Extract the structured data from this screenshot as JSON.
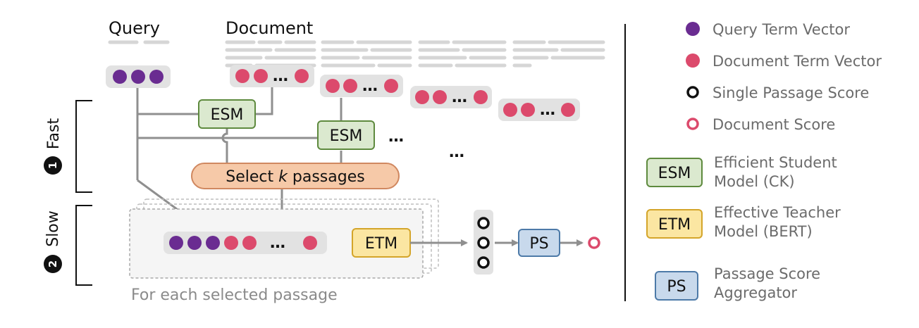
{
  "labels": {
    "query": "Query",
    "document": "Document",
    "fast_number": "1",
    "fast": "Fast",
    "slow_number": "2",
    "slow": "Slow",
    "ellipsis": "…",
    "select_k_pre": "Select ",
    "select_k_var": "k",
    "select_k_post": " passages",
    "esm": "ESM",
    "etm": "ETM",
    "ps": "PS",
    "for_each": "For each selected passage"
  },
  "legend": {
    "query_term": "Query Term Vector",
    "document_term": "Document Term Vector",
    "single_passage": "Single Passage Score",
    "document_score": "Document Score",
    "esm_line1": "Efficient Student",
    "esm_line2": "Model (CK)",
    "etm_line1": "Effective Teacher",
    "etm_line2": "Model (BERT)",
    "ps_line1": "Passage Score",
    "ps_line2": "Aggregator"
  },
  "colors": {
    "query_dot": "#6a2c91",
    "doc_dot": "#dc4a6c",
    "esm_fill": "#dbe9cf",
    "esm_stroke": "#5e8a3e",
    "etm_fill": "#fbe6a2",
    "etm_stroke": "#d4a52a",
    "ps_fill": "#c8d9ec",
    "ps_stroke": "#4d7aa8",
    "select_fill": "#f6c9a8",
    "select_stroke": "#d08860",
    "line": "#8f8f8f",
    "pill": "#e2e2e2",
    "text_gray": "#6b6b6b"
  }
}
